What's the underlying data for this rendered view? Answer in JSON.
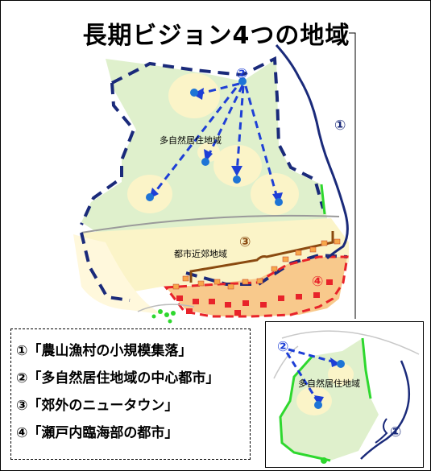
{
  "title": "長期ビジョン4つの地域",
  "labels": {
    "area_1": "①",
    "area_2": "②",
    "area_3": "③",
    "area_4": "④",
    "nature_region": "多自然居住地域",
    "suburb_region": "都市近郊地域"
  },
  "inset": {
    "num_2": "②",
    "num_1": "①",
    "nature_region": "多自然居住地域"
  },
  "legend": {
    "items": [
      "①「農山漁村の小規模集落」",
      "②「多自然居住地域の中心都市」",
      "③「郊外のニュータウン」",
      "④「瀬戸内臨海部の都市」"
    ]
  },
  "colors": {
    "nature_fill": "#dff0cc",
    "suburb_fill": "#fbf4c8",
    "coastal_fill": "#f8c98c",
    "boundary_navy": "#1a2a7a",
    "coastal_dash": "#e8232a",
    "city_dot": "#1e74d6",
    "brace_navy": "#1a2a7a",
    "brace_brown": "#8a4a10"
  }
}
